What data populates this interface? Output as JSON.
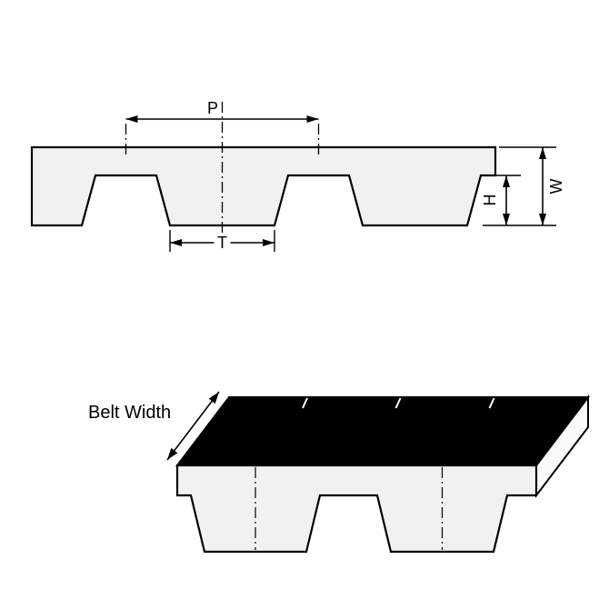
{
  "diagram": {
    "labels": {
      "pitch": "P",
      "tooth_width": "T",
      "tooth_height": "H",
      "belt_thickness": "W",
      "belt_width": "Belt Width"
    },
    "colors": {
      "outline": "#000000",
      "belt_fill": "#f1f1f1",
      "top_face_fill": "#000000",
      "end_face_fill": "#fafafa",
      "background": "#ffffff"
    }
  }
}
